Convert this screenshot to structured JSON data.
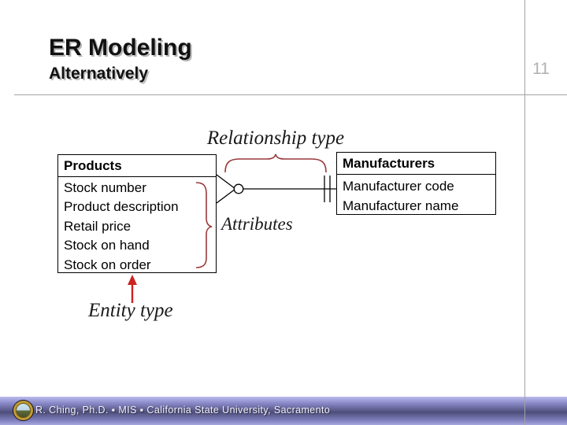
{
  "slide": {
    "title": "ER Modeling",
    "subtitle": "Alternatively",
    "page_number": "11"
  },
  "diagram": {
    "relationship_label": "Relationship type",
    "attributes_label": "Attributes",
    "entity_label": "Entity type",
    "products": {
      "header": "Products",
      "rows": [
        "Stock number",
        "Product description",
        "Retail price",
        "Stock on hand",
        "Stock on order"
      ]
    },
    "manufacturers": {
      "header": "Manufacturers",
      "rows": [
        "Manufacturer code",
        "Manufacturer name"
      ]
    },
    "colors": {
      "brace": "#9a3a3a",
      "arrow": "#cc2222",
      "connector": "#000000"
    }
  },
  "footer": {
    "text": "R. Ching, Ph.D. ▪ MIS ▪ California State University, Sacramento"
  }
}
